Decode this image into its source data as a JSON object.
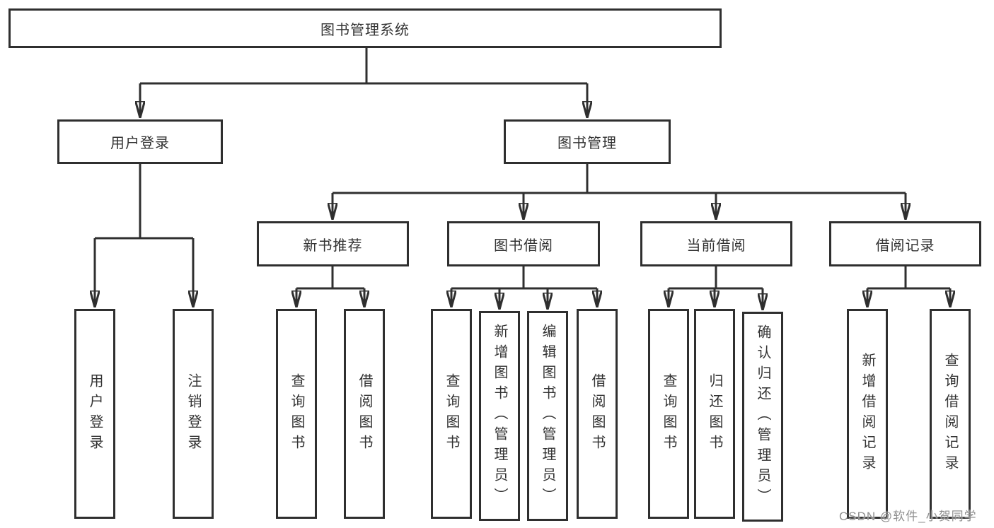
{
  "tree": {
    "root": {
      "label": "图书管理系统"
    },
    "branches": [
      {
        "label": "用户登录",
        "children": [
          "用户登录",
          "注销登录"
        ]
      },
      {
        "label": "图书管理",
        "groups": [
          {
            "label": "新书推荐",
            "children": [
              "查询图书",
              "借阅图书"
            ]
          },
          {
            "label": "图书借阅",
            "children": [
              "查询图书",
              "新增图书（管理员）",
              "编辑图书（管理员）",
              "借阅图书"
            ]
          },
          {
            "label": "当前借阅",
            "children": [
              "查询图书",
              "归还图书",
              "确认归还（管理员）"
            ]
          },
          {
            "label": "借阅记录",
            "children": [
              "新增借阅记录",
              "查询借阅记录"
            ]
          }
        ]
      }
    ]
  },
  "watermark": {
    "text": "CSDN @软件_小贺同学"
  },
  "colors": {
    "line": "#2f2f2f",
    "text": "#333333",
    "watermark": "#8f8f8f",
    "background": "#ffffff"
  }
}
